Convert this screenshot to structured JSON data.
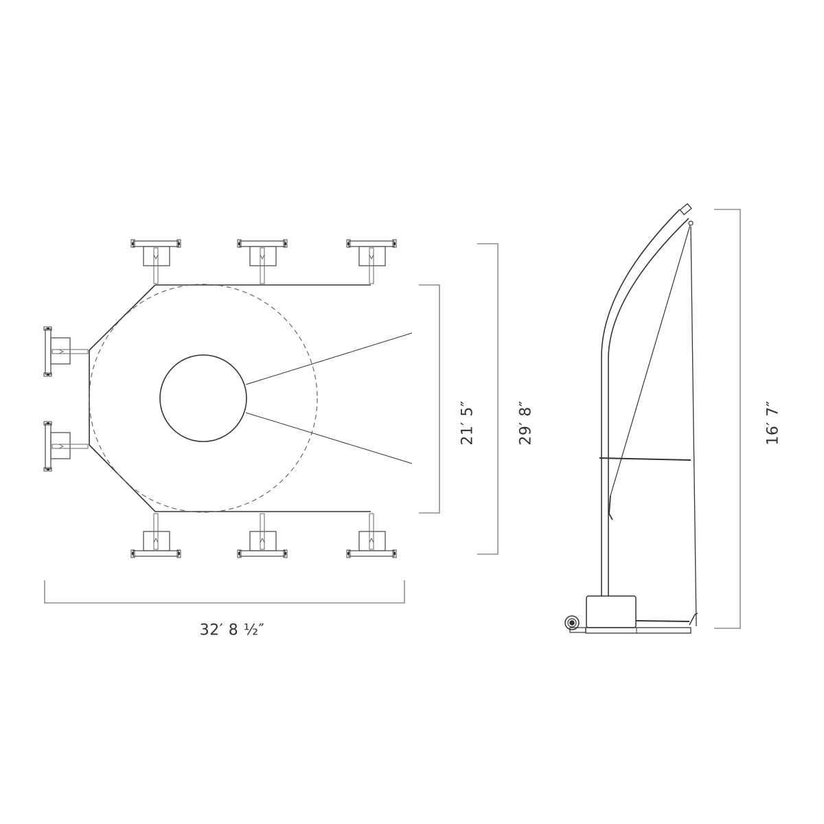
{
  "diagram": {
    "type": "dimensioned technical line drawing",
    "views": [
      {
        "name": "plan-view",
        "description": "top view with central circle, dashed circular footprint, octagonal frame and 8 light fixtures"
      },
      {
        "name": "side-elevation",
        "description": "curved arm on weighted base with wheel and tension cables"
      }
    ],
    "colors": {
      "line": "#333333",
      "dim_line": "#777777",
      "background": "#ffffff"
    }
  },
  "dimensions": {
    "overall_width": "32′ 8 ½″",
    "inner_depth": "21′ 5″",
    "overall_depth": "29′ 8″",
    "height": "16′ 7″"
  }
}
